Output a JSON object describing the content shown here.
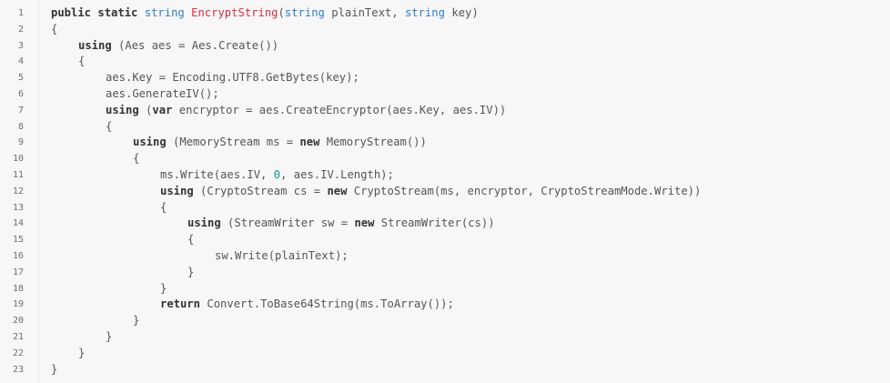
{
  "editor": {
    "lines": [
      {
        "n": "1",
        "indent": 0,
        "tokens": [
          {
            "t": "public",
            "c": "kw"
          },
          {
            "t": " ",
            "c": "pl"
          },
          {
            "t": "static",
            "c": "kw"
          },
          {
            "t": " ",
            "c": "pl"
          },
          {
            "t": "string",
            "c": "ty"
          },
          {
            "t": " ",
            "c": "pl"
          },
          {
            "t": "EncryptString",
            "c": "fn"
          },
          {
            "t": "(",
            "c": "pl"
          },
          {
            "t": "string",
            "c": "ty"
          },
          {
            "t": " plainText, ",
            "c": "pl"
          },
          {
            "t": "string",
            "c": "ty"
          },
          {
            "t": " key)",
            "c": "pl"
          }
        ]
      },
      {
        "n": "2",
        "indent": 0,
        "tokens": [
          {
            "t": "{",
            "c": "pl"
          }
        ]
      },
      {
        "n": "3",
        "indent": 4,
        "tokens": [
          {
            "t": "using",
            "c": "kw"
          },
          {
            "t": " (Aes aes = Aes.Create())",
            "c": "pl"
          }
        ]
      },
      {
        "n": "4",
        "indent": 4,
        "tokens": [
          {
            "t": "{",
            "c": "pl"
          }
        ]
      },
      {
        "n": "5",
        "indent": 8,
        "tokens": [
          {
            "t": "aes.Key = Encoding.UTF8.GetBytes(key);",
            "c": "pl"
          }
        ]
      },
      {
        "n": "6",
        "indent": 8,
        "tokens": [
          {
            "t": "aes.GenerateIV();",
            "c": "pl"
          }
        ]
      },
      {
        "n": "7",
        "indent": 8,
        "tokens": [
          {
            "t": "using",
            "c": "kw"
          },
          {
            "t": " (",
            "c": "pl"
          },
          {
            "t": "var",
            "c": "kw"
          },
          {
            "t": " encryptor = aes.CreateEncryptor(aes.Key, aes.IV))",
            "c": "pl"
          }
        ]
      },
      {
        "n": "8",
        "indent": 8,
        "tokens": [
          {
            "t": "{",
            "c": "pl"
          }
        ]
      },
      {
        "n": "9",
        "indent": 12,
        "tokens": [
          {
            "t": "using",
            "c": "kw"
          },
          {
            "t": " (MemoryStream ms = ",
            "c": "pl"
          },
          {
            "t": "new",
            "c": "kw"
          },
          {
            "t": " MemoryStream())",
            "c": "pl"
          }
        ]
      },
      {
        "n": "10",
        "indent": 12,
        "tokens": [
          {
            "t": "{",
            "c": "pl"
          }
        ]
      },
      {
        "n": "11",
        "indent": 16,
        "tokens": [
          {
            "t": "ms.Write(aes.IV, ",
            "c": "pl"
          },
          {
            "t": "0",
            "c": "num"
          },
          {
            "t": ", aes.IV.Length);",
            "c": "pl"
          }
        ]
      },
      {
        "n": "12",
        "indent": 16,
        "tokens": [
          {
            "t": "using",
            "c": "kw"
          },
          {
            "t": " (CryptoStream cs = ",
            "c": "pl"
          },
          {
            "t": "new",
            "c": "kw"
          },
          {
            "t": " CryptoStream(ms, encryptor, CryptoStreamMode.Write))",
            "c": "pl"
          }
        ]
      },
      {
        "n": "13",
        "indent": 16,
        "tokens": [
          {
            "t": "{",
            "c": "pl"
          }
        ]
      },
      {
        "n": "14",
        "indent": 20,
        "tokens": [
          {
            "t": "using",
            "c": "kw"
          },
          {
            "t": " (StreamWriter sw = ",
            "c": "pl"
          },
          {
            "t": "new",
            "c": "kw"
          },
          {
            "t": " StreamWriter(cs))",
            "c": "pl"
          }
        ]
      },
      {
        "n": "15",
        "indent": 20,
        "tokens": [
          {
            "t": "{",
            "c": "pl"
          }
        ]
      },
      {
        "n": "16",
        "indent": 24,
        "tokens": [
          {
            "t": "sw.Write(plainText);",
            "c": "pl"
          }
        ]
      },
      {
        "n": "17",
        "indent": 20,
        "tokens": [
          {
            "t": "}",
            "c": "pl"
          }
        ]
      },
      {
        "n": "18",
        "indent": 16,
        "tokens": [
          {
            "t": "}",
            "c": "pl"
          }
        ]
      },
      {
        "n": "19",
        "indent": 16,
        "tokens": [
          {
            "t": "return",
            "c": "kw"
          },
          {
            "t": " Convert.ToBase64String(ms.ToArray());",
            "c": "pl"
          }
        ]
      },
      {
        "n": "20",
        "indent": 12,
        "tokens": [
          {
            "t": "}",
            "c": "pl"
          }
        ]
      },
      {
        "n": "21",
        "indent": 8,
        "tokens": [
          {
            "t": "}",
            "c": "pl"
          }
        ]
      },
      {
        "n": "22",
        "indent": 4,
        "tokens": [
          {
            "t": "}",
            "c": "pl"
          }
        ]
      },
      {
        "n": "23",
        "indent": 0,
        "tokens": [
          {
            "t": "}",
            "c": "pl"
          }
        ]
      }
    ]
  }
}
